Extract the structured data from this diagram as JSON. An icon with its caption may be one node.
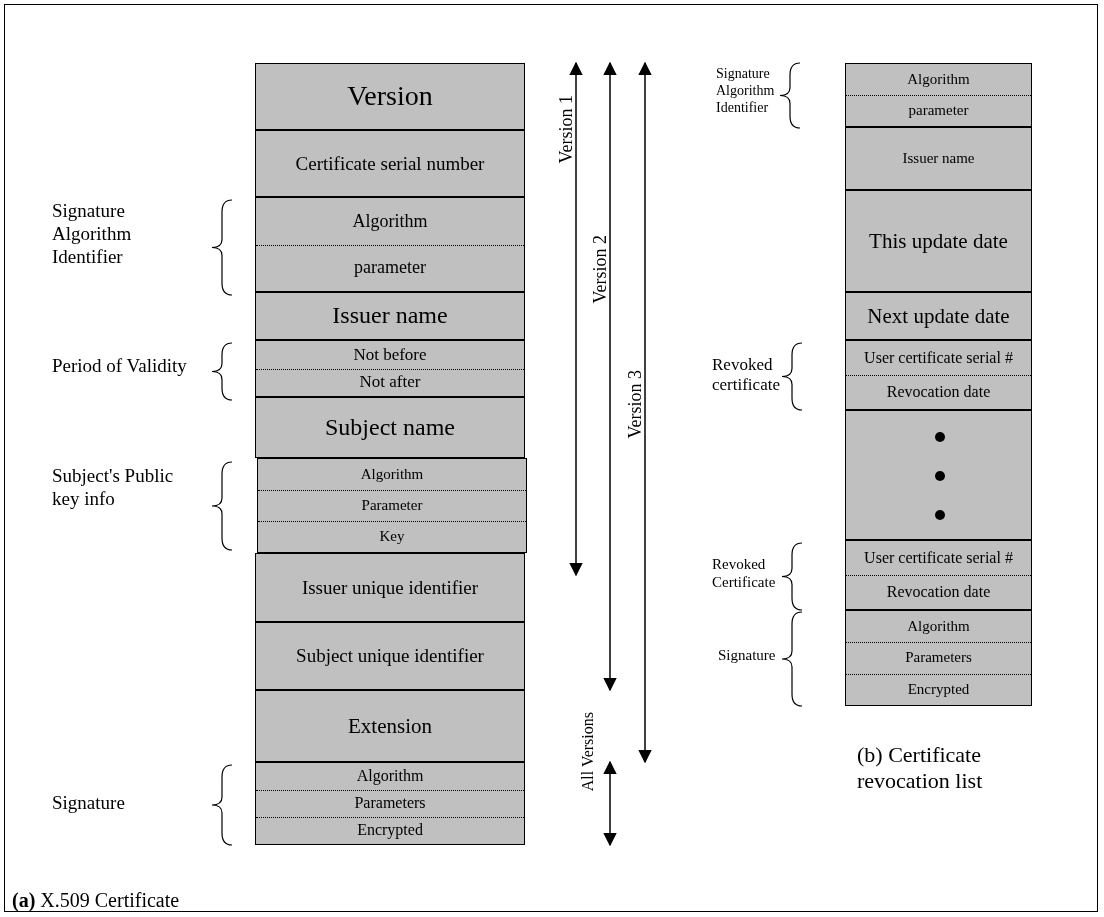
{
  "diagram": {
    "nodes": [
      {
        "text": [
          "Version"
        ]
      },
      {
        "text": [
          "Certificate serial number"
        ]
      },
      {
        "text": [
          "Algorithm",
          "parameter"
        ]
      },
      {
        "text": [
          "Issuer name"
        ]
      },
      {
        "text": [
          "Not before",
          "Not after"
        ]
      },
      {
        "text": [
          "Subject name"
        ]
      },
      {
        "text": [
          "Algorithm",
          "Parameter",
          "Key"
        ]
      },
      {
        "text": [
          "Issuer unique identifier"
        ]
      },
      {
        "text": [
          "Subject unique identifier"
        ]
      },
      {
        "text": [
          "Extension"
        ]
      },
      {
        "text": [
          "Algorithm",
          "Parameters",
          "Encrypted"
        ]
      },
      {
        "text": [
          "Algorithm",
          "parameter"
        ]
      },
      {
        "text": [
          "Issuer name"
        ]
      },
      {
        "text": [
          "This update date"
        ]
      },
      {
        "text": [
          "Next update date"
        ]
      },
      {
        "text": [
          "User certificate serial #",
          "Revocation date"
        ]
      },
      {
        "text": [],
        "shape": "box"
      },
      {
        "text": [
          "User certificate serial #",
          "Revocation date"
        ]
      },
      {
        "text": [
          "Algorithm",
          "Parameters",
          "Encrypted"
        ]
      }
    ],
    "labels": [
      "Signature Algorithm Identifier",
      "Version 1",
      "Version 2",
      "Version 3",
      "Signature Algorithm Identifier",
      "Period of Validity",
      "Revoked certificate",
      "Subject's Public key info",
      "Revoked Certificate",
      "Signature",
      "All Versions",
      "(b) Certificate revocation list",
      "Signature",
      "**(a)** X.509 Certificate"
    ]
  }
}
